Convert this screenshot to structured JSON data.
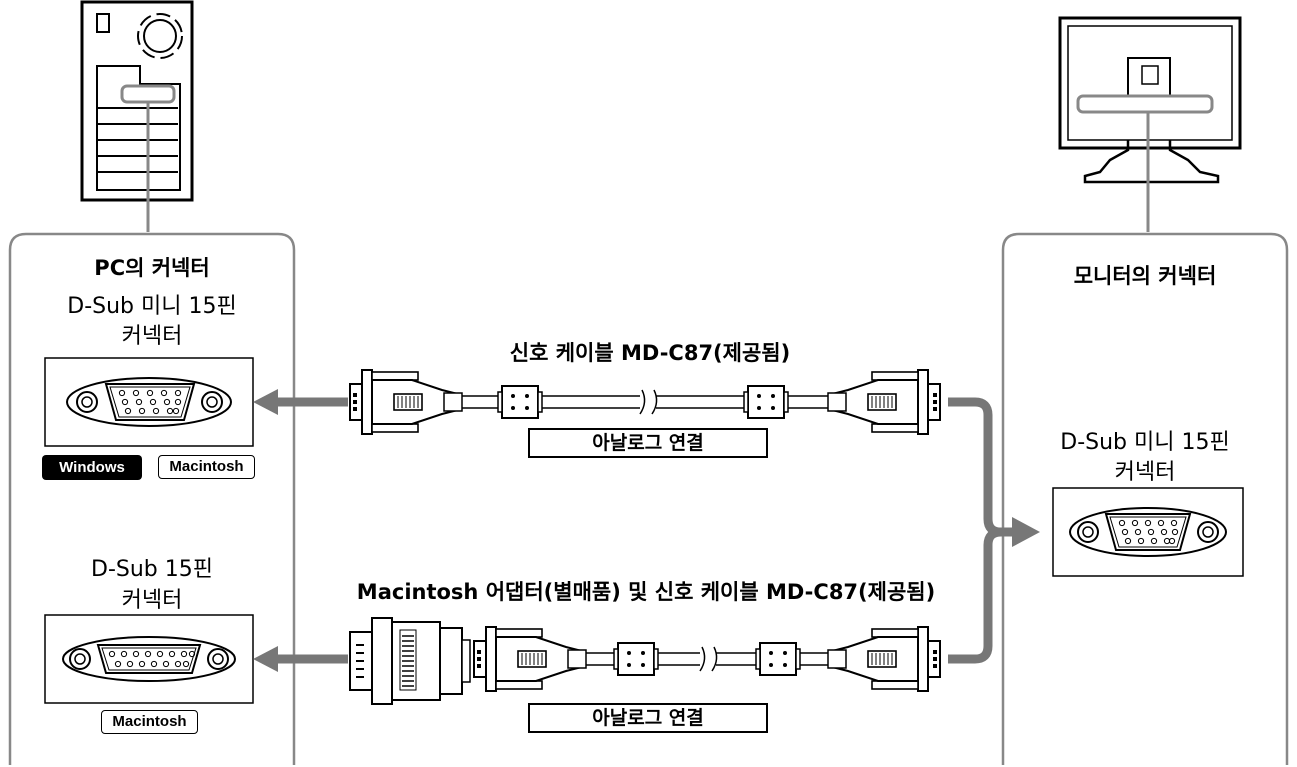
{
  "left_panel": {
    "title": "PC의 커넥터",
    "dsub_mini": {
      "line1": "D-Sub 미니 15핀",
      "line2": "커넥터"
    },
    "dsub15": {
      "line1": "D-Sub 15핀",
      "line2": "커넥터"
    },
    "badges": {
      "windows": "Windows",
      "macintosh_top": "Macintosh",
      "macintosh_bottom": "Macintosh"
    }
  },
  "right_panel": {
    "title": "모니터의 커넥터",
    "dsub_mini": {
      "line1": "D-Sub 미니 15핀",
      "line2": "커넥터"
    }
  },
  "cables": {
    "top_title": "신호 케이블 MD-C87(제공됨)",
    "bottom_title": "Macintosh 어댑터(별매품) 및 신호 케이블 MD-C87(제공됨)",
    "analog_top": "아날로그 연결",
    "analog_bottom": "아날로그 연결"
  },
  "colors": {
    "line": "#000000",
    "cable_gray": "#777777",
    "panel_border": "#888888"
  }
}
